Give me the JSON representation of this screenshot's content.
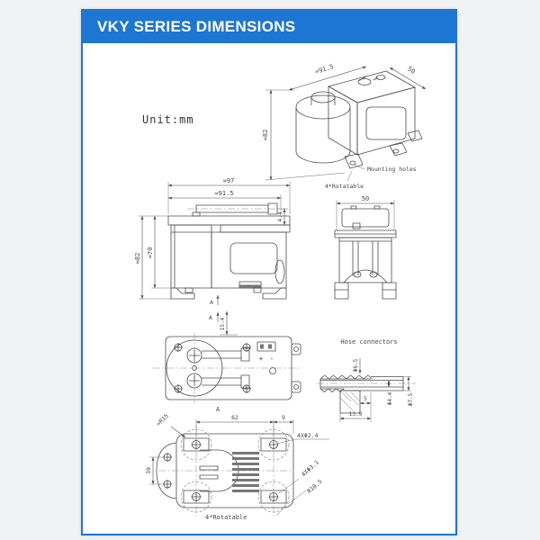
{
  "theme": {
    "canvas_bg": "#f1f2f3",
    "page_bg": "#ffffff",
    "accent_blue": "#1d76d2",
    "line_color": "#4a4a4a"
  },
  "header": {
    "title": "VKY SERIES DIMENSIONS"
  },
  "unit_label": "Unit:mm",
  "iso_view": {
    "dim_width": "≈91.5",
    "dim_depth": "50",
    "dim_height": "≈82",
    "callout_mounting_holes": "Mounting holes",
    "callout_rotatable": "4*Rotatable"
  },
  "front_view": {
    "dim_overall_width": "≈97",
    "dim_body_width": "≈91.5",
    "dim_nozzle_height": "4.4",
    "dim_overall_height": "≈82",
    "dim_body_height": "≈70",
    "section_arrow_label": "A"
  },
  "side_view": {
    "dim_width": "50"
  },
  "top_view": {
    "section_arrow_label": "A",
    "dim_port_offset": "15.4",
    "terminal_plus": "+",
    "terminal_minus": "-",
    "section_label": "A"
  },
  "hose_detail": {
    "title": "Hose connectors",
    "dim_barb_od": "Φ6.5",
    "dim_step": "5",
    "dim_length": "13.9",
    "dim_bore": "Φ4.4",
    "dim_outer": "Φ7.5"
  },
  "bottom_view": {
    "dim_foot_radius": "≈R15",
    "dim_hole_span": "62",
    "dim_edge_offset": "9",
    "dim_width": "39",
    "callout_small_holes": "4XΦ2.4",
    "callout_large_holes": "4XΦ3.1",
    "dim_corner_radius": "R10.5",
    "callout_rotatable": "4*Rotatable"
  }
}
